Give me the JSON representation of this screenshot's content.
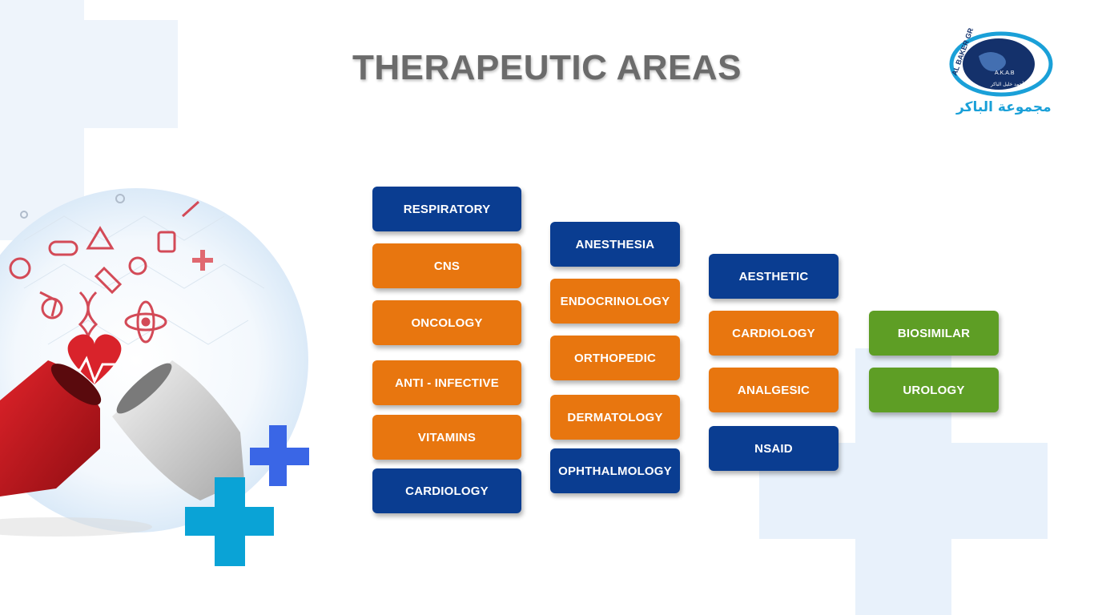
{
  "title": "THERAPEUTIC AREAS",
  "logo": {
    "arc_text": "AL BAKER GROUP",
    "badge_text": "A.K.A.B",
    "arabic_sub": "أحمد خليل الباكر",
    "arabic_name": "مجموعة الباكر"
  },
  "colors": {
    "blue": "#0a3d91",
    "orange": "#e8760f",
    "green": "#5e9e25",
    "title_gray": "#6b6b6b"
  },
  "columns": [
    {
      "items": [
        {
          "label": "RESPIRATORY",
          "color": "blue"
        },
        {
          "label": "CNS",
          "color": "orange"
        },
        {
          "label": "ONCOLOGY",
          "color": "orange"
        },
        {
          "label": "ANTI - INFECTIVE",
          "color": "orange"
        },
        {
          "label": "VITAMINS",
          "color": "orange"
        },
        {
          "label": "CARDIOLOGY",
          "color": "blue"
        }
      ]
    },
    {
      "items": [
        {
          "label": "ANESTHESIA",
          "color": "blue"
        },
        {
          "label": "ENDOCRINOLOGY",
          "color": "orange"
        },
        {
          "label": "ORTHOPEDIC",
          "color": "orange"
        },
        {
          "label": "DERMATOLOGY",
          "color": "orange"
        },
        {
          "label": "OPHTHALMOLOGY",
          "color": "blue"
        }
      ]
    },
    {
      "items": [
        {
          "label": "AESTHETIC",
          "color": "blue"
        },
        {
          "label": "CARDIOLOGY",
          "color": "orange"
        },
        {
          "label": "ANALGESIC",
          "color": "orange"
        },
        {
          "label": "NSAID",
          "color": "blue"
        }
      ]
    },
    {
      "items": [
        {
          "label": "BIOSIMILAR",
          "color": "green"
        },
        {
          "label": "UROLOGY",
          "color": "green"
        }
      ]
    }
  ]
}
